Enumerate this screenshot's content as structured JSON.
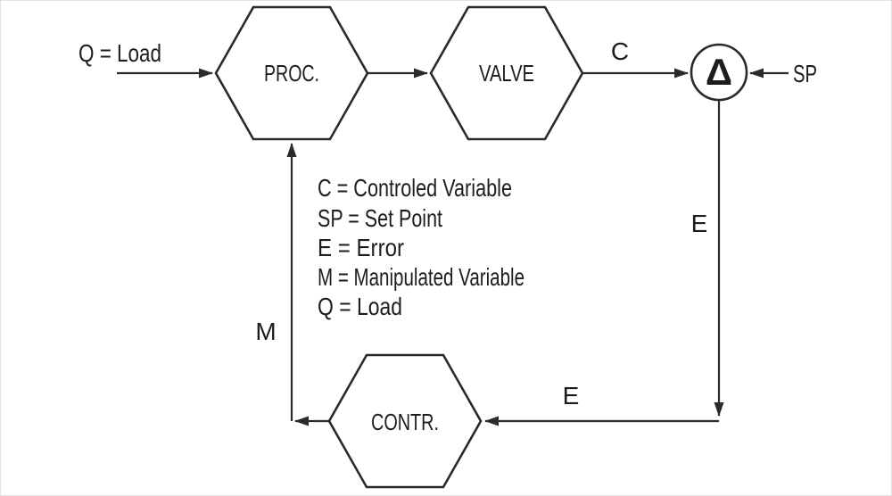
{
  "diagram": {
    "input_label": "Q = Load",
    "nodes": {
      "process": {
        "label": "PROC."
      },
      "valve": {
        "label": "VALVE"
      },
      "controller": {
        "label": "CONTR."
      },
      "comparator": {
        "symbol": "Δ"
      }
    },
    "signal_labels": {
      "c": "C",
      "sp": "SP",
      "e_feedback": "E",
      "e_to_controller": "E",
      "m": "M"
    },
    "legend": [
      "C = Controled Variable",
      "SP = Set Point",
      "E = Error",
      "M = Manipulated Variable",
      "Q = Load"
    ],
    "colors": {
      "line": "#2a2a2a",
      "text": "#1d1d1d",
      "background": "#ffffff"
    }
  }
}
